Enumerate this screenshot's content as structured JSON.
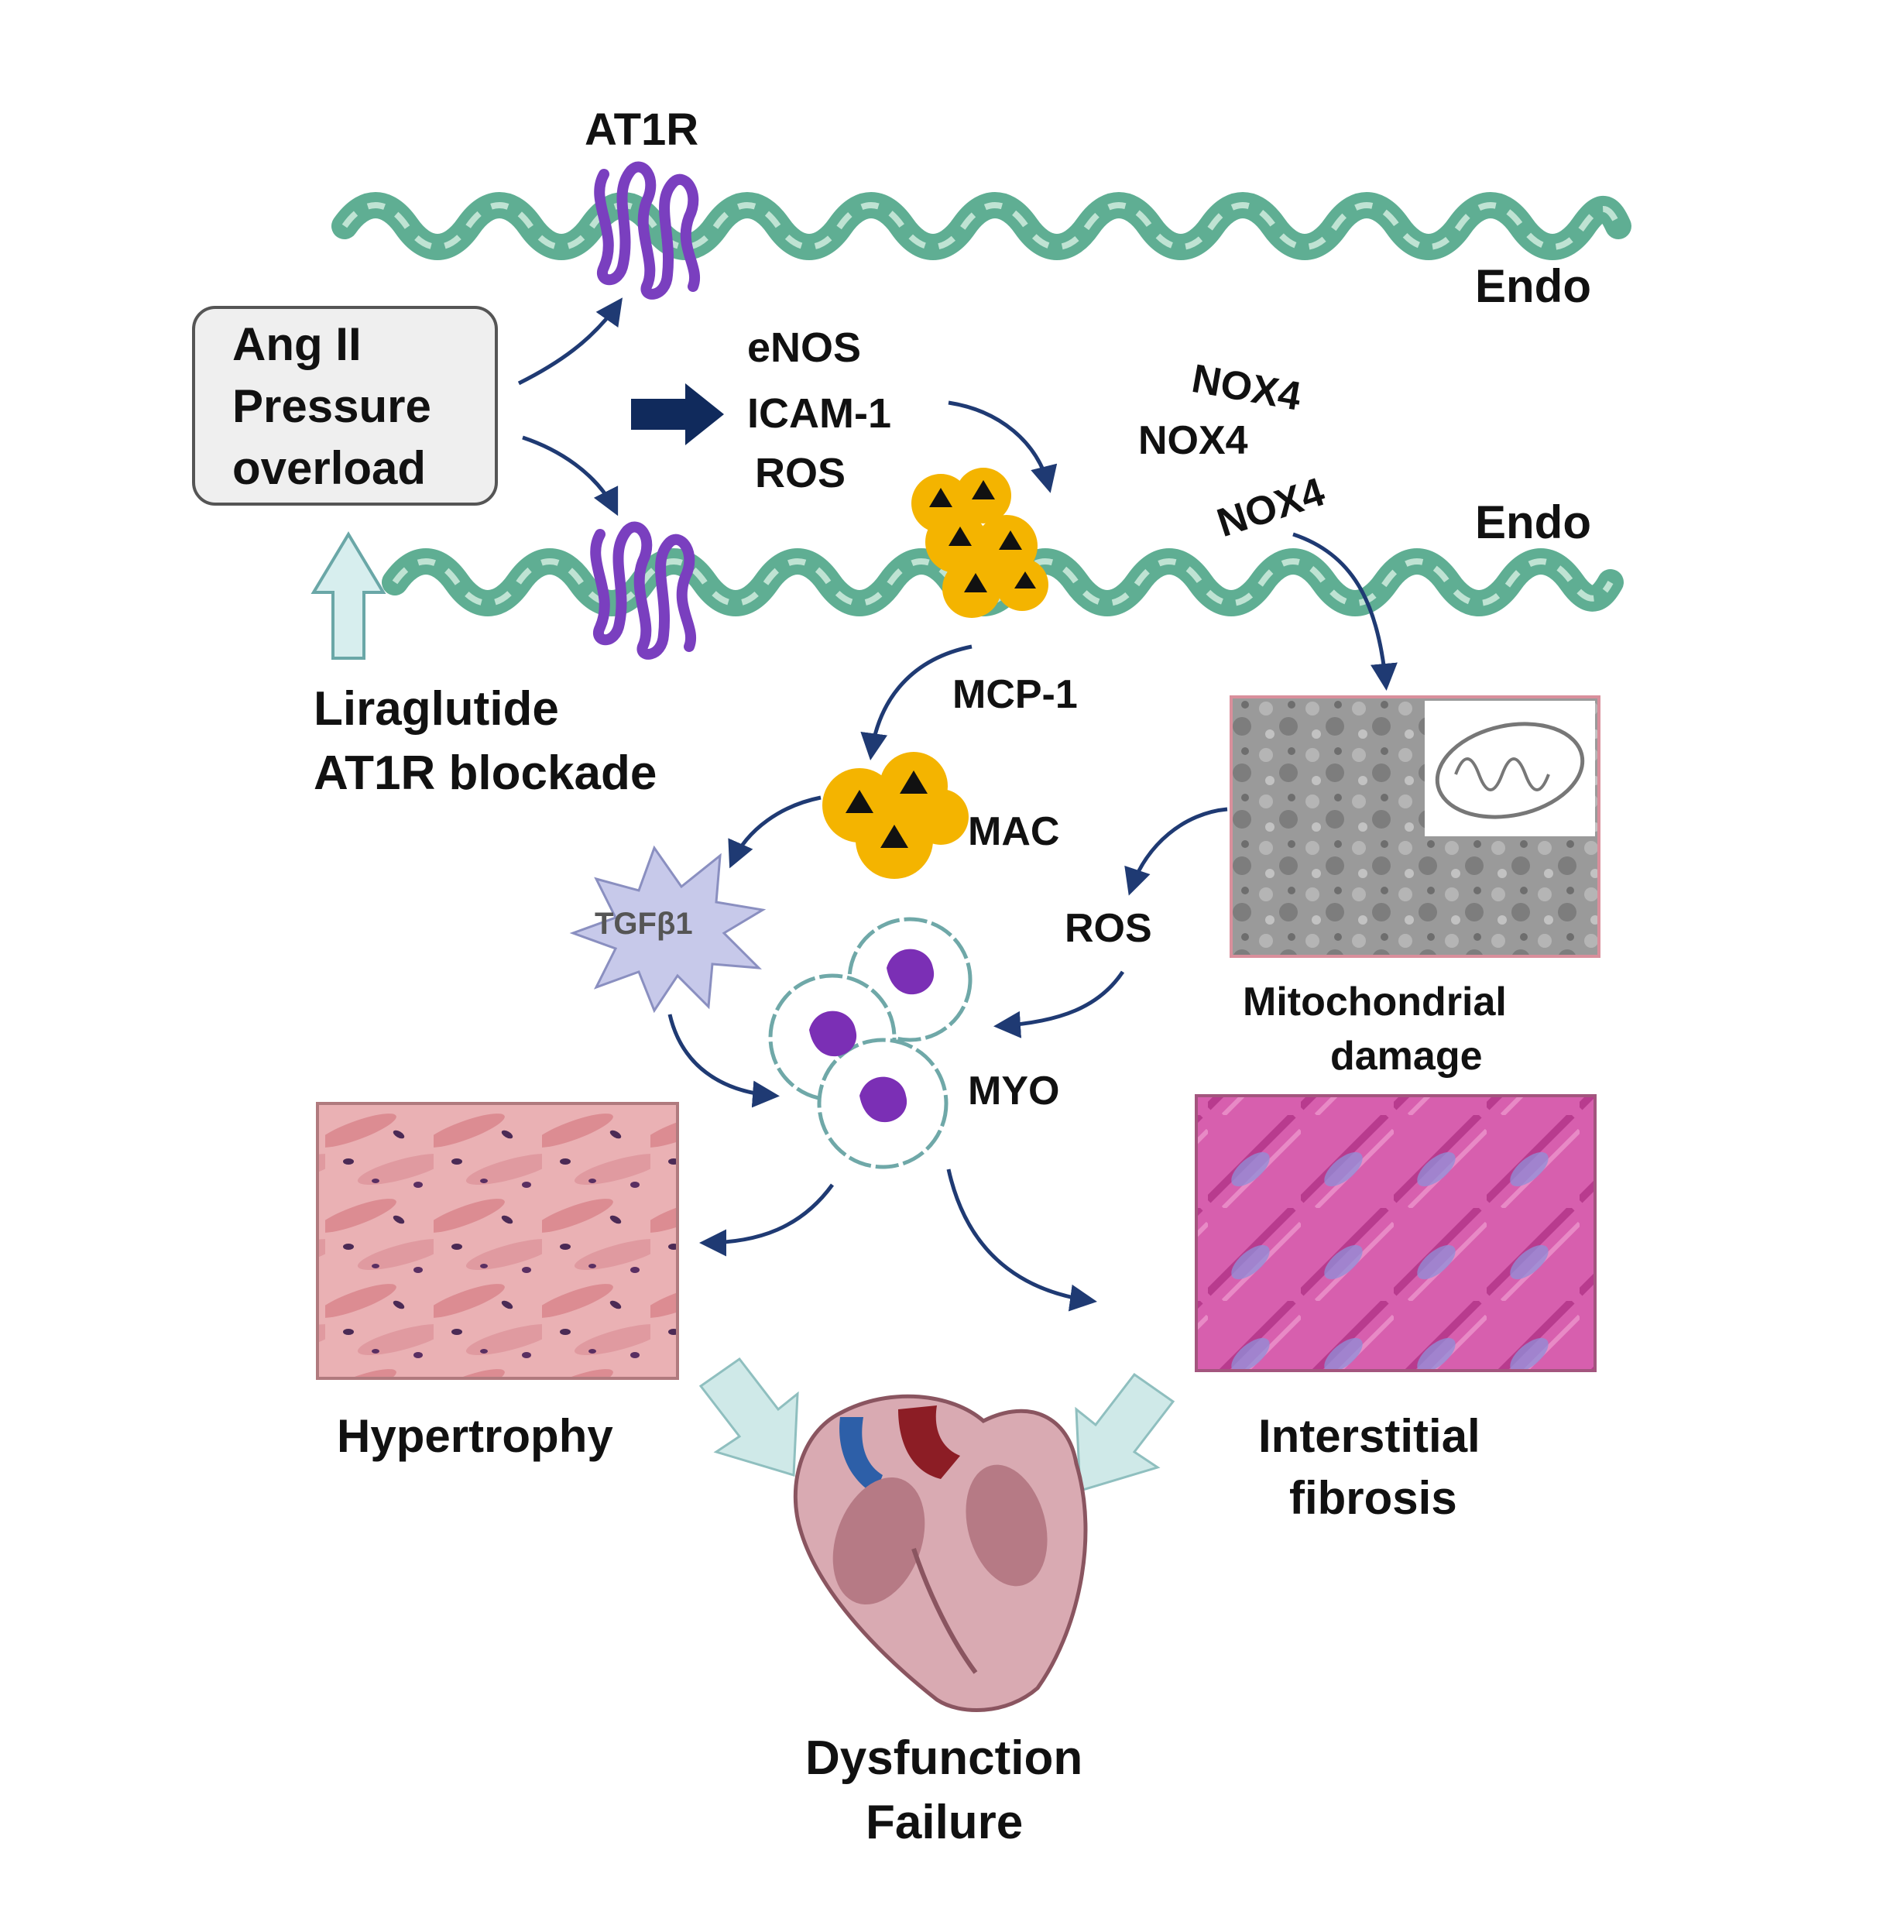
{
  "labels": {
    "at1r": "AT1R",
    "endo_top": "Endo",
    "endo_mid": "Endo",
    "stimulus_line1": "Ang II",
    "stimulus_line2": "Pressure",
    "stimulus_line3": "overload",
    "enos": "eNOS",
    "icam1": "ICAM-1",
    "ros_top": "ROS",
    "nox4_a": "NOX4",
    "nox4_b": "NOX4",
    "nox4_c": "NOX4",
    "treatment_line1": "Liraglutide",
    "treatment_line2": "AT1R blockade",
    "mcp1": "MCP-1",
    "mac": "MAC",
    "tgfb1": "TGFβ1",
    "ros_mid": "ROS",
    "myo": "MYO",
    "mito_line1": "Mitochondrial",
    "mito_line2": "damage",
    "hypertrophy": "Hypertrophy",
    "fibrosis_line1": "Interstitial",
    "fibrosis_line2": "fibrosis",
    "outcome_line1": "Dysfunction",
    "outcome_line2": "Failure"
  },
  "colors": {
    "membrane": "#5fae93",
    "receptor": "#7a3fbf",
    "arrow": "#1f3a73",
    "block_arrow": "#102a5c",
    "light_arrow": "#c9e6e6",
    "macrophage": "#f4b400",
    "myocyte_nucleus": "#7b2fb5",
    "he_stain": "#e7a2a6",
    "masson_stain": "#d45aa8",
    "tgf_burst": "#c7c9ea"
  }
}
